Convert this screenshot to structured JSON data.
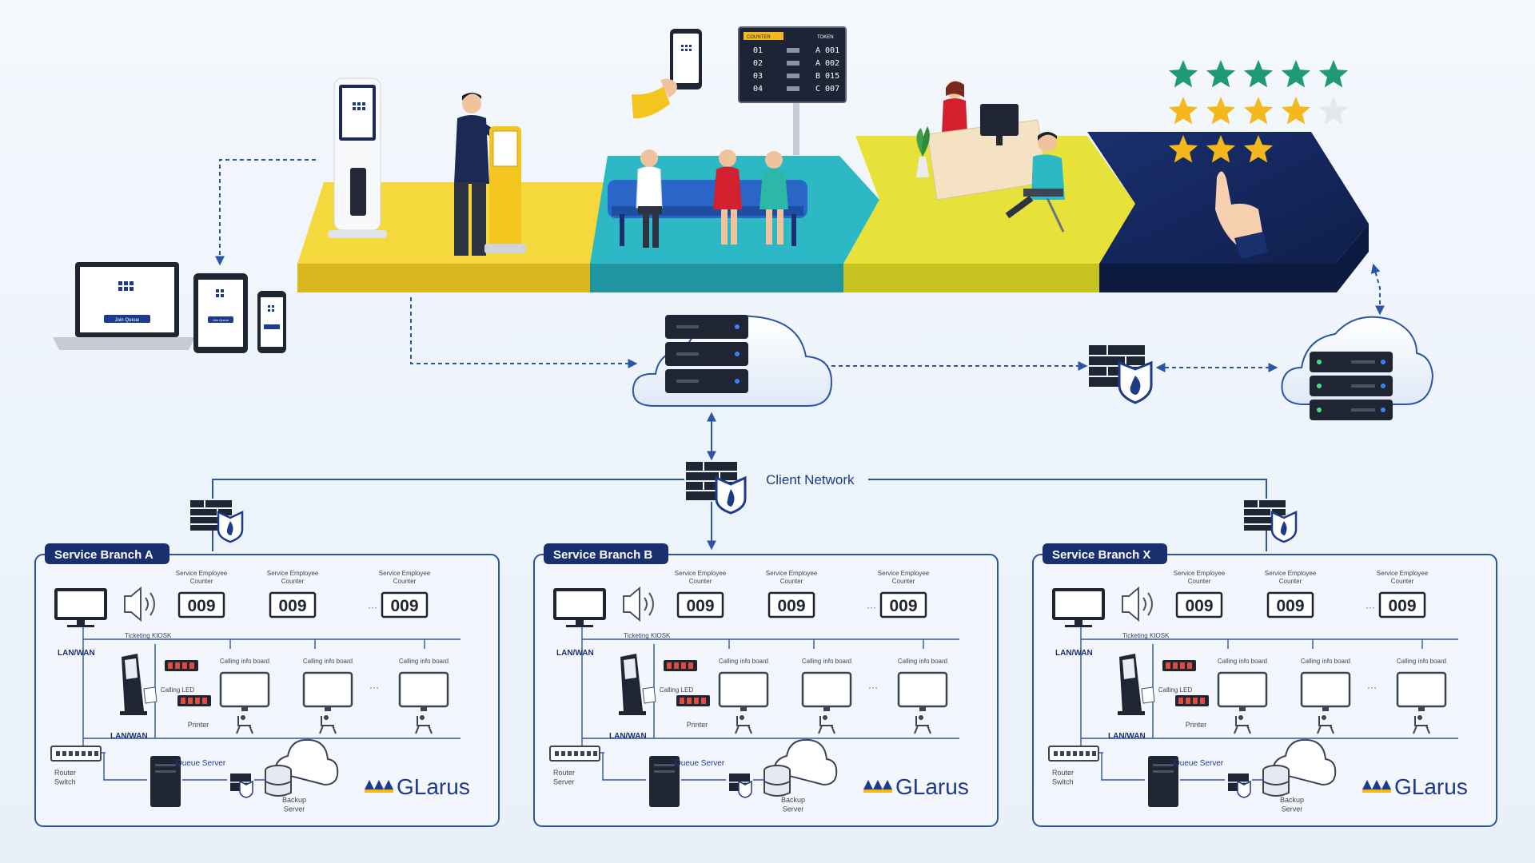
{
  "client_network": "Client Network",
  "board": {
    "header_left": "COUNTER",
    "header_right": "TOKEN",
    "rows": [
      {
        "counter": "01",
        "token": "A 001"
      },
      {
        "counter": "02",
        "token": "A 002"
      },
      {
        "counter": "03",
        "token": "B 015"
      },
      {
        "counter": "04",
        "token": "C 007"
      }
    ]
  },
  "devices": {
    "join_label": "Join Queue"
  },
  "rating": {
    "row1": 5,
    "row2": 4,
    "row3": 3
  },
  "branches": [
    {
      "title": "Service Branch A",
      "counter_label": "Service Employee\nCounter",
      "counter_value": "009",
      "lan_wan": "LAN/WAN",
      "kiosk": "Ticketing KIOSK",
      "calling_led": "Calling LED",
      "printer": "Printer",
      "calling_board": "Calling info board",
      "ellipsis": "···",
      "router": "Router\nSwitch",
      "queue_server": "Queue Server",
      "backup_server": "Backup\nServer",
      "brand": "GLarus"
    },
    {
      "title": "Service Branch B",
      "counter_label": "Service Employee\nCounter",
      "counter_value": "009",
      "lan_wan": "LAN/WAN",
      "kiosk": "Ticketing KIOSK",
      "calling_led": "Calling LED",
      "printer": "Printer",
      "calling_board": "Calling info board",
      "ellipsis": "···",
      "router": "Router\nServer",
      "queue_server": "Queue Server",
      "backup_server": "Backup\nServer",
      "brand": "GLarus"
    },
    {
      "title": "Service Branch X",
      "counter_label": "Service Employee\nCounter",
      "counter_value": "009",
      "lan_wan": "LAN/WAN",
      "kiosk": "Ticketing KIOSK",
      "calling_led": "Calling LED",
      "printer": "Printer",
      "calling_board": "Calling info board",
      "ellipsis": "···",
      "router": "Router\nSwitch",
      "queue_server": "Queue Server",
      "backup_server": "Backup\nServer",
      "brand": "GLarus"
    }
  ],
  "colors": {
    "navy": "#14285e",
    "yellow": "#f4d83c",
    "teal": "#2cb8c4",
    "lime": "#e6e23a",
    "blue_line": "#2a56a6",
    "star_green": "#1f9a72",
    "star_gold": "#f4b81c"
  }
}
